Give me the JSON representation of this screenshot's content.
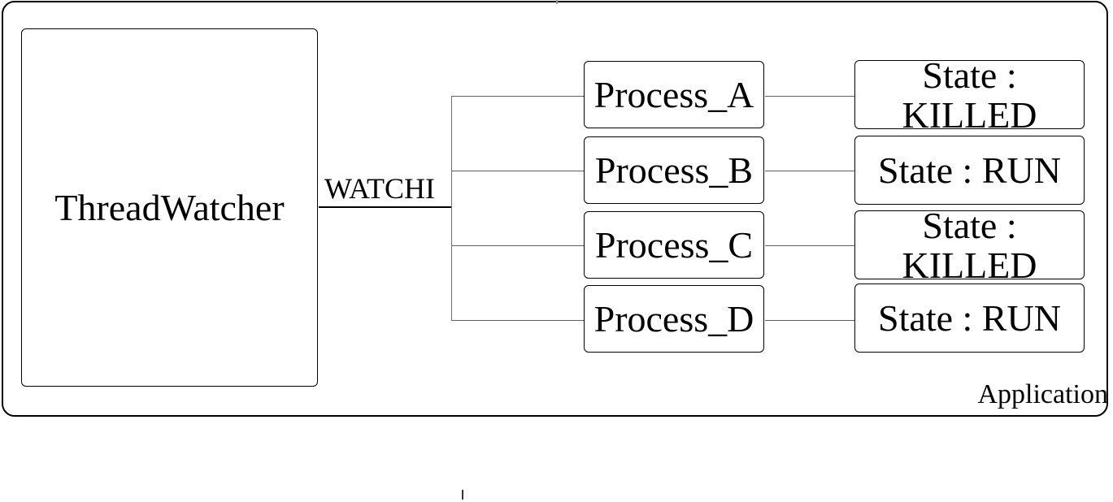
{
  "diagram": {
    "boundary_label": "Application",
    "watcher_label": "ThreadWatcher",
    "edge_label": "WATCHI",
    "processes": [
      {
        "label": "Process_A",
        "state_lines": [
          "State :",
          "KILLED"
        ]
      },
      {
        "label": "Process_B",
        "state_lines": [
          "State : RUN"
        ]
      },
      {
        "label": "Process_C",
        "state_lines": [
          "State :",
          "KILLED"
        ]
      },
      {
        "label": "Process_D",
        "state_lines": [
          "State : RUN"
        ]
      }
    ]
  },
  "colors": {
    "border": "#000000",
    "connector": "#606060",
    "background": "#ffffff"
  }
}
